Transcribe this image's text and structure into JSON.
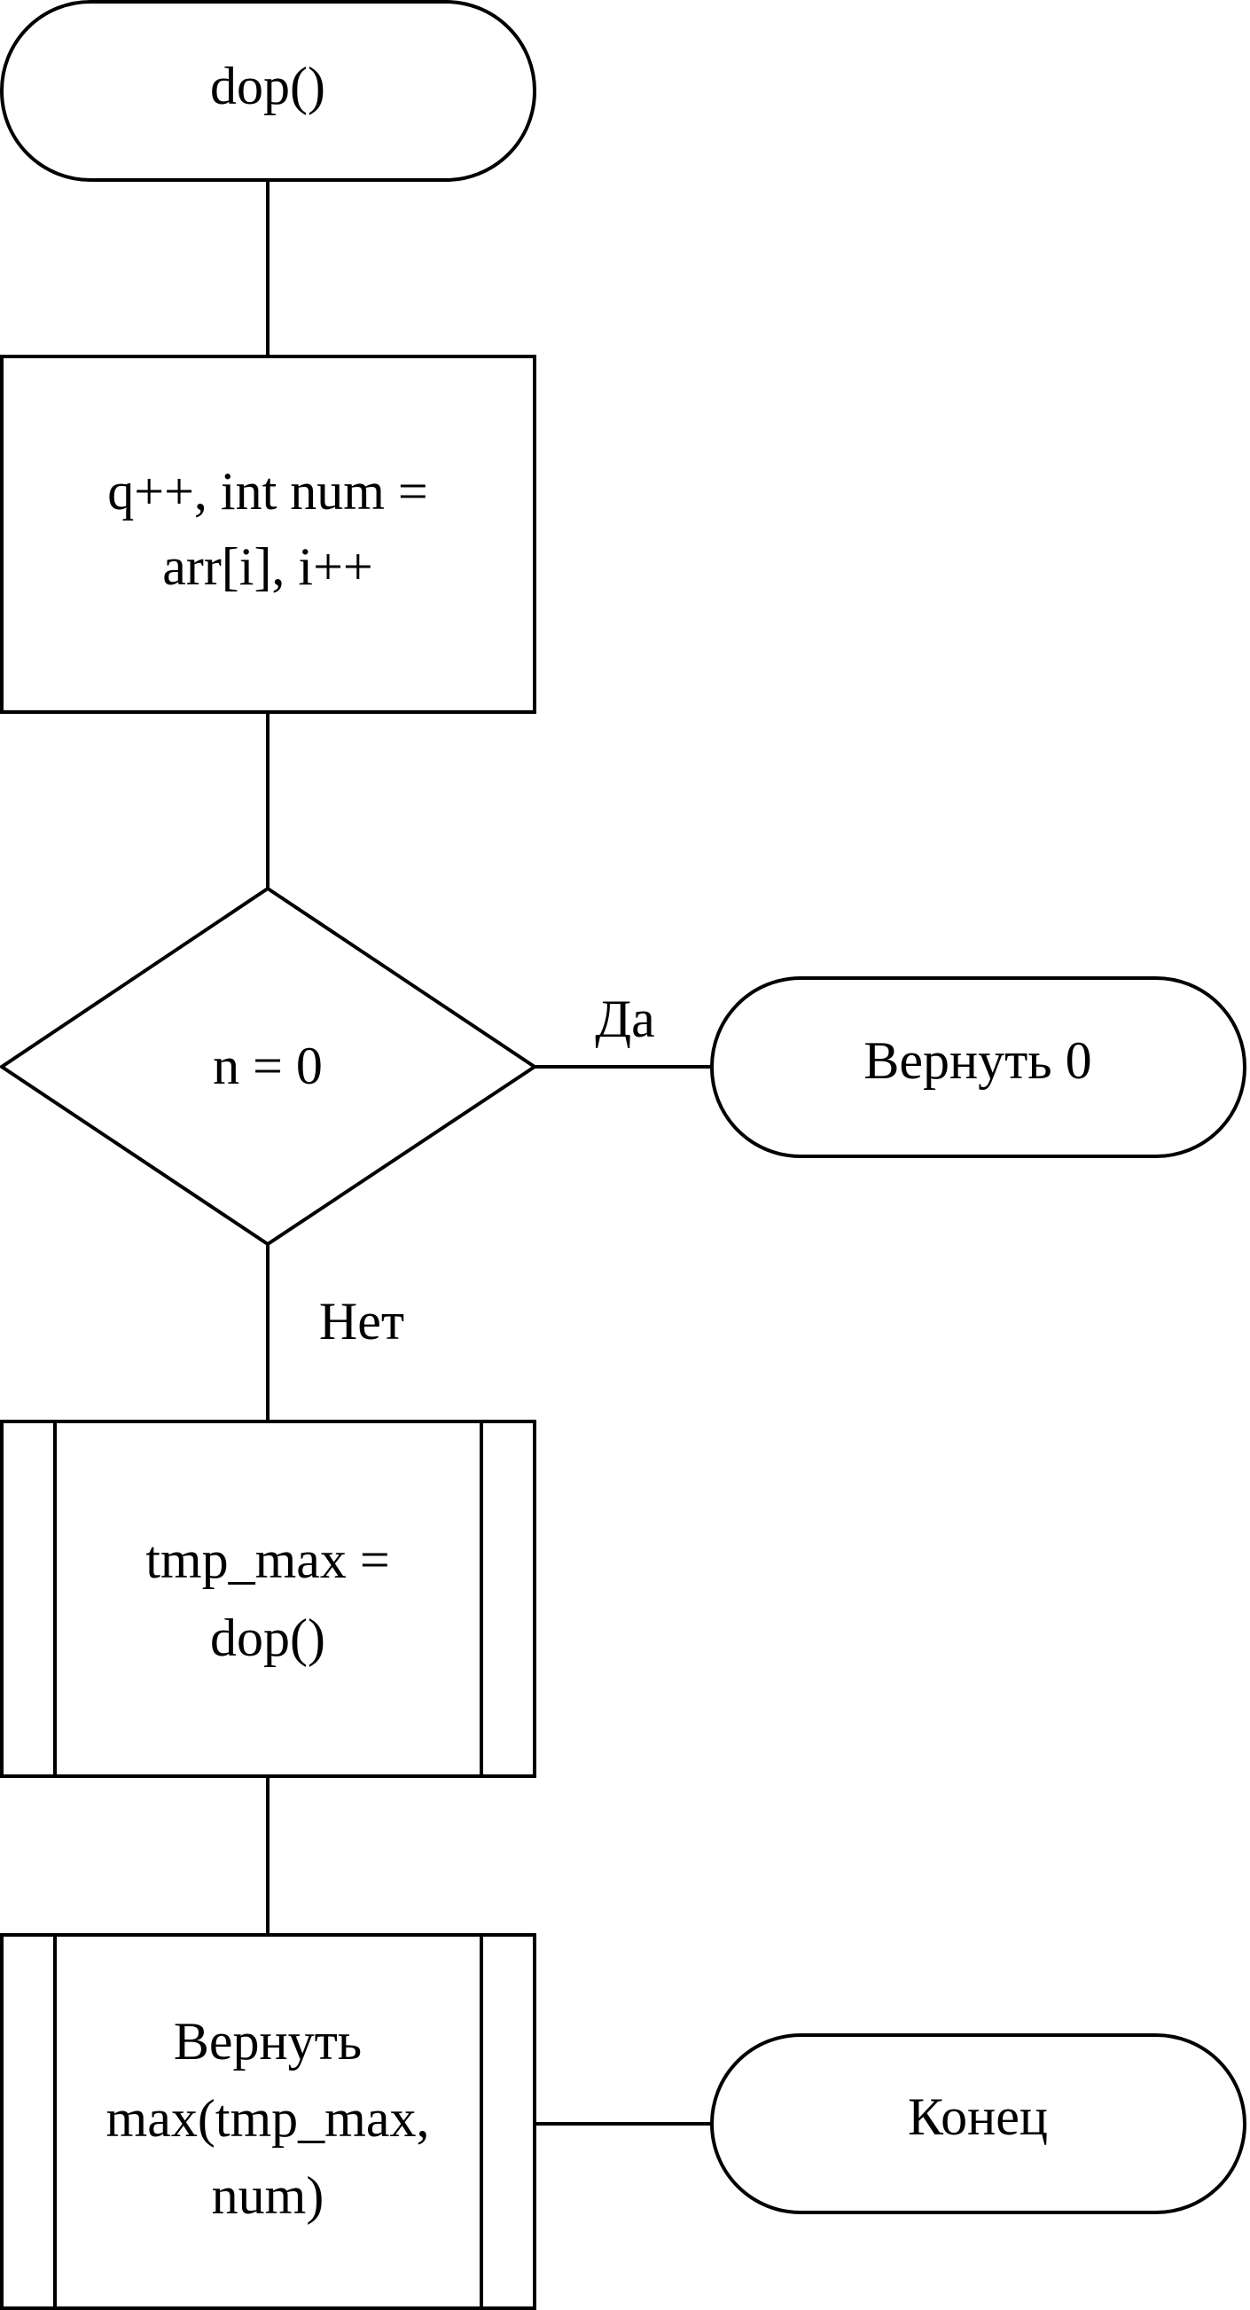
{
  "flowchart": {
    "start": {
      "label": "dop()"
    },
    "process": {
      "line1": "q++, int num =",
      "line2": "arr[i], i++"
    },
    "decision": {
      "label": "n = 0",
      "yes_label": "Да",
      "no_label": "Нет"
    },
    "return_zero": {
      "label": "Вернуть 0"
    },
    "recursive_call": {
      "line1": "tmp_max =",
      "line2": "dop()"
    },
    "return_max": {
      "line1": "Вернуть",
      "line2": "max(tmp_max,",
      "line3": "num)"
    },
    "end": {
      "label": "Конец"
    }
  },
  "colors": {
    "stroke": "#000000",
    "fill": "#ffffff",
    "text": "#000000"
  }
}
